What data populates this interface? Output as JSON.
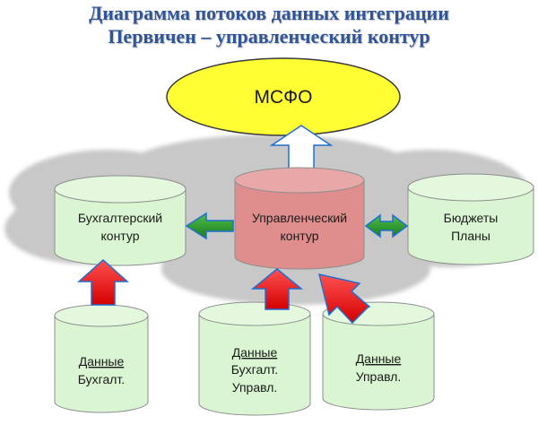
{
  "title": {
    "line1": "Диаграмма потоков данных интеграции",
    "line2": "Первичен – управленческий контур"
  },
  "colors": {
    "title": "#2f5497",
    "ellipse_fill": "#ffff33",
    "cloud": "#c8c8c8",
    "green_cyl": "#d9f5d2",
    "red_cyl": "#df8d8d",
    "arrow_red": "#ee1111",
    "arrow_green": "#2ca02c",
    "arrow_blue": "#1f6fd1"
  },
  "nodes": {
    "msfo": {
      "label": "МСФО"
    },
    "accounting": {
      "line1": "Бухгалтерский",
      "line2": "контур"
    },
    "management": {
      "line1": "Управленческий",
      "line2": "контур"
    },
    "budgets": {
      "line1": "Бюджеты",
      "line2": "Планы"
    },
    "data_acc": {
      "line1": "Данные",
      "line2": "Бухгалт."
    },
    "data_both": {
      "line1": "Данные",
      "line2": "Бухгалт.",
      "line3": "Управл."
    },
    "data_mgmt": {
      "line1": "Данные",
      "line2": "Управл."
    }
  }
}
